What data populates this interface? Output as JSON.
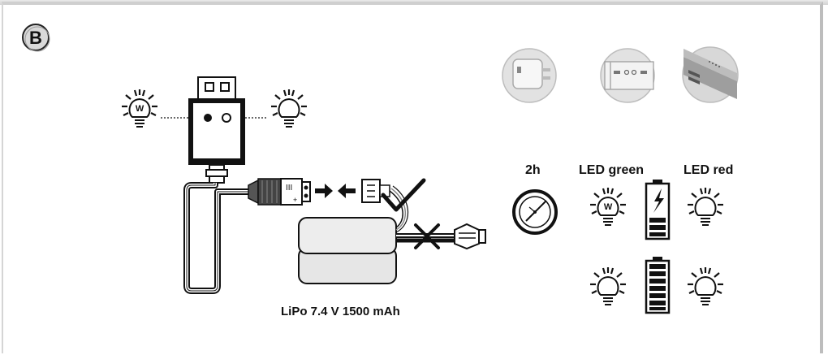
{
  "panel": {
    "badge": "B"
  },
  "battery": {
    "label": "LiPo 7.4 V 1500 mAh"
  },
  "status": {
    "time_label": "2h",
    "led_green_label": "LED green",
    "led_red_label": "LED red"
  },
  "icons": {
    "badge": "circle-letter-badge",
    "bulb_w": "light-bulb-w-icon",
    "bulb": "light-bulb-icon",
    "clock": "clock-icon",
    "battery_charging": "battery-charging-icon",
    "battery_full": "battery-full-icon",
    "wall_adapter": "usb-wall-adapter-photo",
    "usb_hub": "usb-port-device-photo",
    "power_bank": "power-bank-photo",
    "arrow_right": "arrow-right-icon",
    "arrow_left": "arrow-left-icon",
    "check": "checkmark-icon",
    "cross": "cross-icon"
  },
  "colors": {
    "line": "#111111",
    "photo_bg": "#dedede"
  }
}
